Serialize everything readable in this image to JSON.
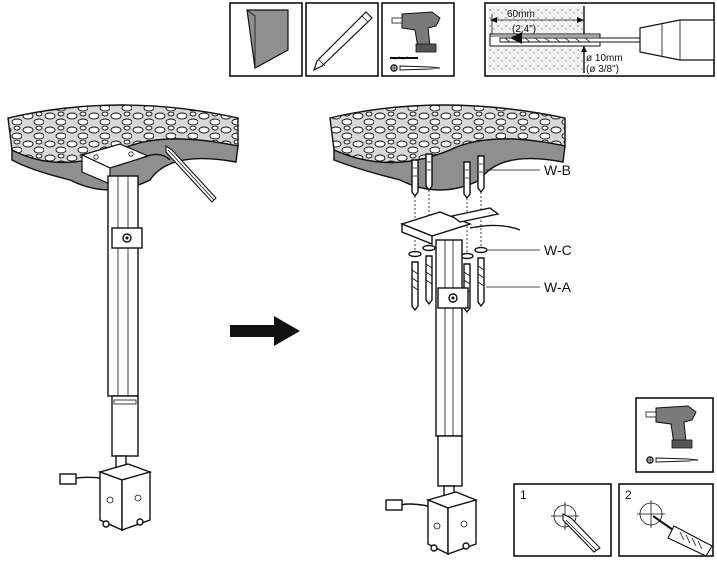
{
  "dimensions": {
    "depth_metric": "60mm",
    "depth_imperial": "(2,4\")",
    "diameter_metric": "ø 10mm",
    "diameter_imperial": "(ø 3/8\")"
  },
  "callouts": {
    "wall_plug": "W-B",
    "washer": "W-C",
    "screw": "W-A"
  },
  "steps": {
    "step1": "1",
    "step2": "2"
  },
  "colors": {
    "ceiling_fill": "#8f8f8f",
    "drill_body": "#7a7a7a",
    "line": "#111111"
  }
}
